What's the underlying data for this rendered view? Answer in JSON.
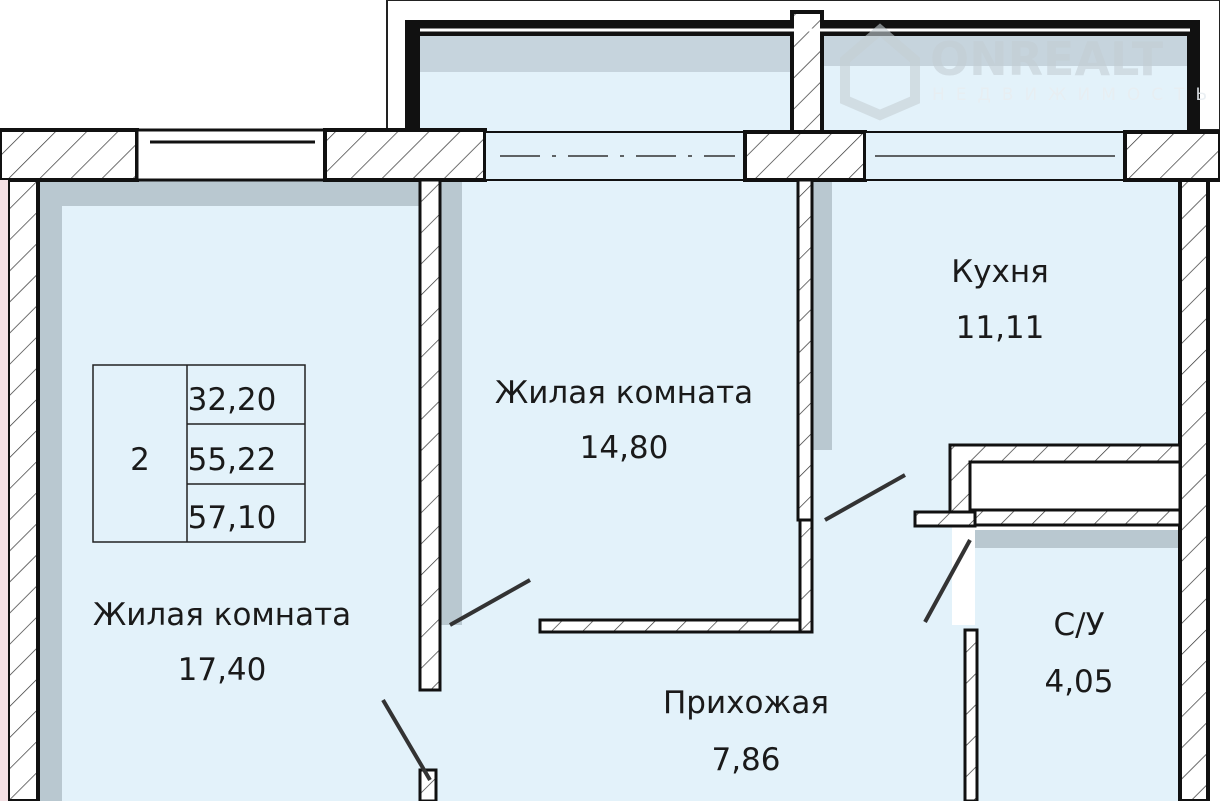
{
  "watermark": {
    "brand": "ONREALT",
    "subtitle": "НЕДВИЖИМОСТЬ"
  },
  "apartment_summary": {
    "rooms_count": "2",
    "living_area": "32,20",
    "total_area": "55,22",
    "total_area_with_balcony": "57,10"
  },
  "rooms": [
    {
      "name": "Жилая комната",
      "area": "17,40"
    },
    {
      "name": "Жилая комната",
      "area": "14,80"
    },
    {
      "name": "Кухня",
      "area": "11,11"
    },
    {
      "name": "Прихожая",
      "area": "7,86"
    },
    {
      "name": "С/У",
      "area": "4,05"
    }
  ],
  "colors": {
    "room_fill": "#e3f2fa",
    "shadow": "#b9c8d0",
    "wall": "#111111"
  }
}
